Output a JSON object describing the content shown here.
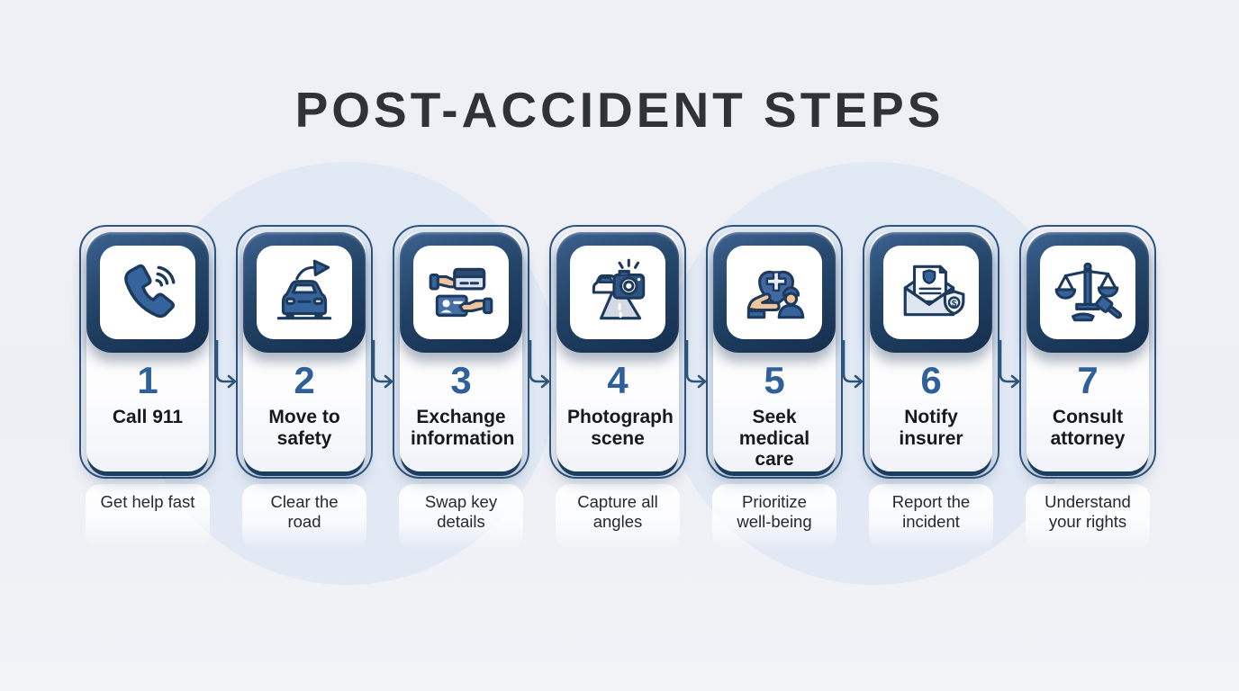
{
  "title": "POST-ACCIDENT STEPS",
  "steps": [
    {
      "number": "1",
      "title": "Call 911",
      "subtitle": "Get help fast",
      "icon": "phone-icon"
    },
    {
      "number": "2",
      "title": "Move to safety",
      "subtitle": "Clear the road",
      "icon": "car-arrow-icon"
    },
    {
      "number": "3",
      "title": "Exchange information",
      "subtitle": "Swap key details",
      "icon": "exchange-cards-icon"
    },
    {
      "number": "4",
      "title": "Photograph scene",
      "subtitle": "Capture all angles",
      "icon": "camera-scene-icon"
    },
    {
      "number": "5",
      "title": "Seek medical care",
      "subtitle": "Prioritize well-being",
      "icon": "medical-heart-icon"
    },
    {
      "number": "6",
      "title": "Notify insurer",
      "subtitle": "Report the incident",
      "icon": "insurance-letter-icon"
    },
    {
      "number": "7",
      "title": "Consult attorney",
      "subtitle": "Understand your rights",
      "icon": "legal-scales-icon"
    }
  ],
  "colors": {
    "background": "#eef0f5",
    "decor_circle": "#d9e4f3",
    "card_outline": "#30567f",
    "navy_dark": "#1d3c61",
    "number_blue": "#30609a",
    "icon_blue": "#35639c",
    "icon_light_blue": "#dbe5f2",
    "icon_tan": "#f1c49c",
    "title_text": "#2f3237",
    "card_title_text": "#17191c",
    "subtitle_text": "#26292d"
  }
}
